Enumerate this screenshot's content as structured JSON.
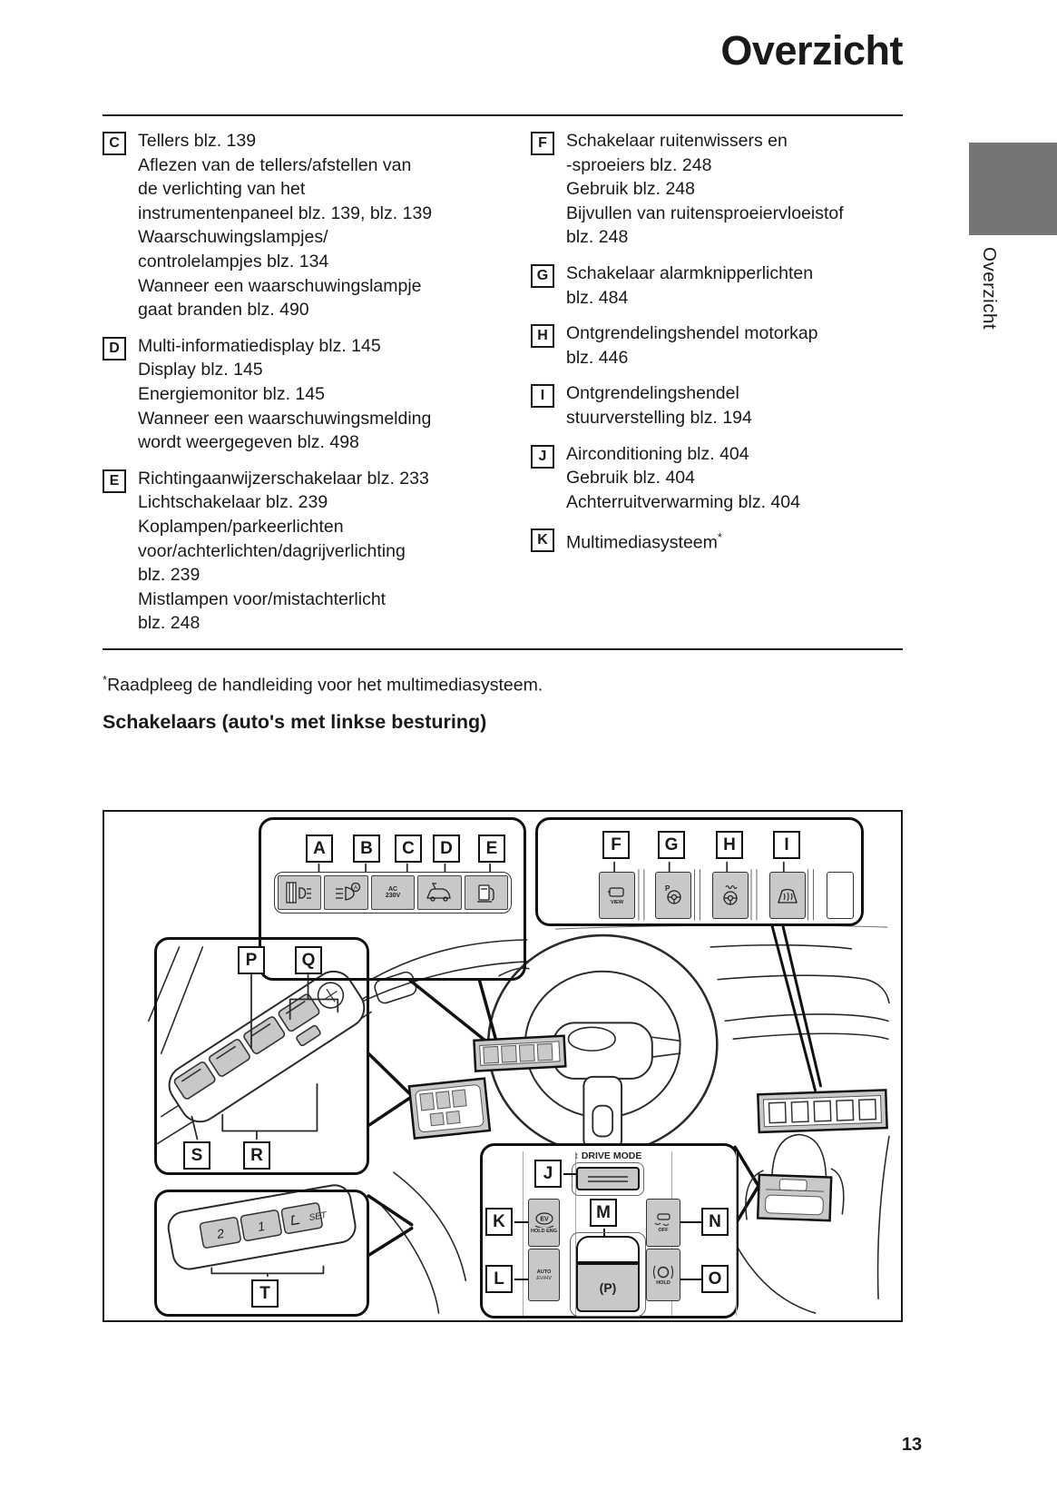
{
  "page": {
    "title": "Overzicht",
    "page_number": "13",
    "side_tab_label": "Overzicht",
    "side_tab_color": "#757575",
    "text_color": "#1a1a1a",
    "highlight_fill": "#c9c9c9"
  },
  "legend": {
    "left": [
      {
        "key": "C",
        "text": "Tellers blz. 139\nAflezen van de tellers/afstellen van\nde verlichting van het\ninstrumentenpaneel blz. 139, blz. 139\nWaarschuwingslampjes/\ncontrolelampjes blz. 134\nWanneer een waarschuwingslampje\ngaat branden blz. 490"
      },
      {
        "key": "D",
        "text": "Multi-informatiedisplay blz. 145\nDisplay blz. 145\nEnergiemonitor blz. 145\nWanneer een waarschuwingsmelding\nwordt weergegeven blz. 498"
      },
      {
        "key": "E",
        "text": "Richtingaanwijzerschakelaar blz. 233\nLichtschakelaar blz. 239\nKoplampen/parkeerlichten\nvoor/achterlichten/dagrijverlichting\nblz. 239\nMistlampen voor/mistachterlicht\nblz. 248"
      }
    ],
    "right": [
      {
        "key": "F",
        "text": "Schakelaar ruitenwissers en\n-sproeiers blz. 248\nGebruik blz. 248\nBijvullen van ruitensproeiervloeistof\nblz. 248"
      },
      {
        "key": "G",
        "text": "Schakelaar alarmknipperlichten\nblz. 484"
      },
      {
        "key": "H",
        "text": "Ontgrendelingshendel motorkap\nblz. 446"
      },
      {
        "key": "I",
        "text": "Ontgrendelingshendel\nstuurverstelling blz. 194"
      },
      {
        "key": "J",
        "text": "Airconditioning blz. 404\nGebruik blz. 404\nAchterruitverwarming blz. 404"
      },
      {
        "key": "K",
        "text": "Multimediasysteem",
        "sup": "*"
      }
    ]
  },
  "footnote": {
    "sup": "*",
    "text": "Raadpleeg de handleiding voor het multimediasysteem."
  },
  "section_heading": "Schakelaars (auto's met linkse besturing)",
  "diagram": {
    "callouts": {
      "a": "A",
      "b": "B",
      "c": "C",
      "d": "D",
      "e": "E",
      "f": "F",
      "g": "G",
      "h": "H",
      "i": "I",
      "j": "J",
      "k": "K",
      "l": "L",
      "m": "M",
      "n": "N",
      "o": "O",
      "p": "P",
      "q": "Q",
      "r": "R",
      "s": "S",
      "t": "T"
    },
    "labels": {
      "drive_mode": "↕ DRIVE MODE"
    },
    "buttons": {
      "ac1": "AC",
      "ac2": "230V",
      "view": "VIEW",
      "park_assist": "P",
      "auto_a": "A",
      "ev": "EV",
      "ev_sub": "HOLD ENG",
      "auto": "AUTO",
      "ev_hv": "EV/HV",
      "park": "(P)",
      "off": "OFF",
      "hold": "HOLD",
      "seat_2": "2",
      "seat_1": "1",
      "seat_set": "SET"
    }
  }
}
